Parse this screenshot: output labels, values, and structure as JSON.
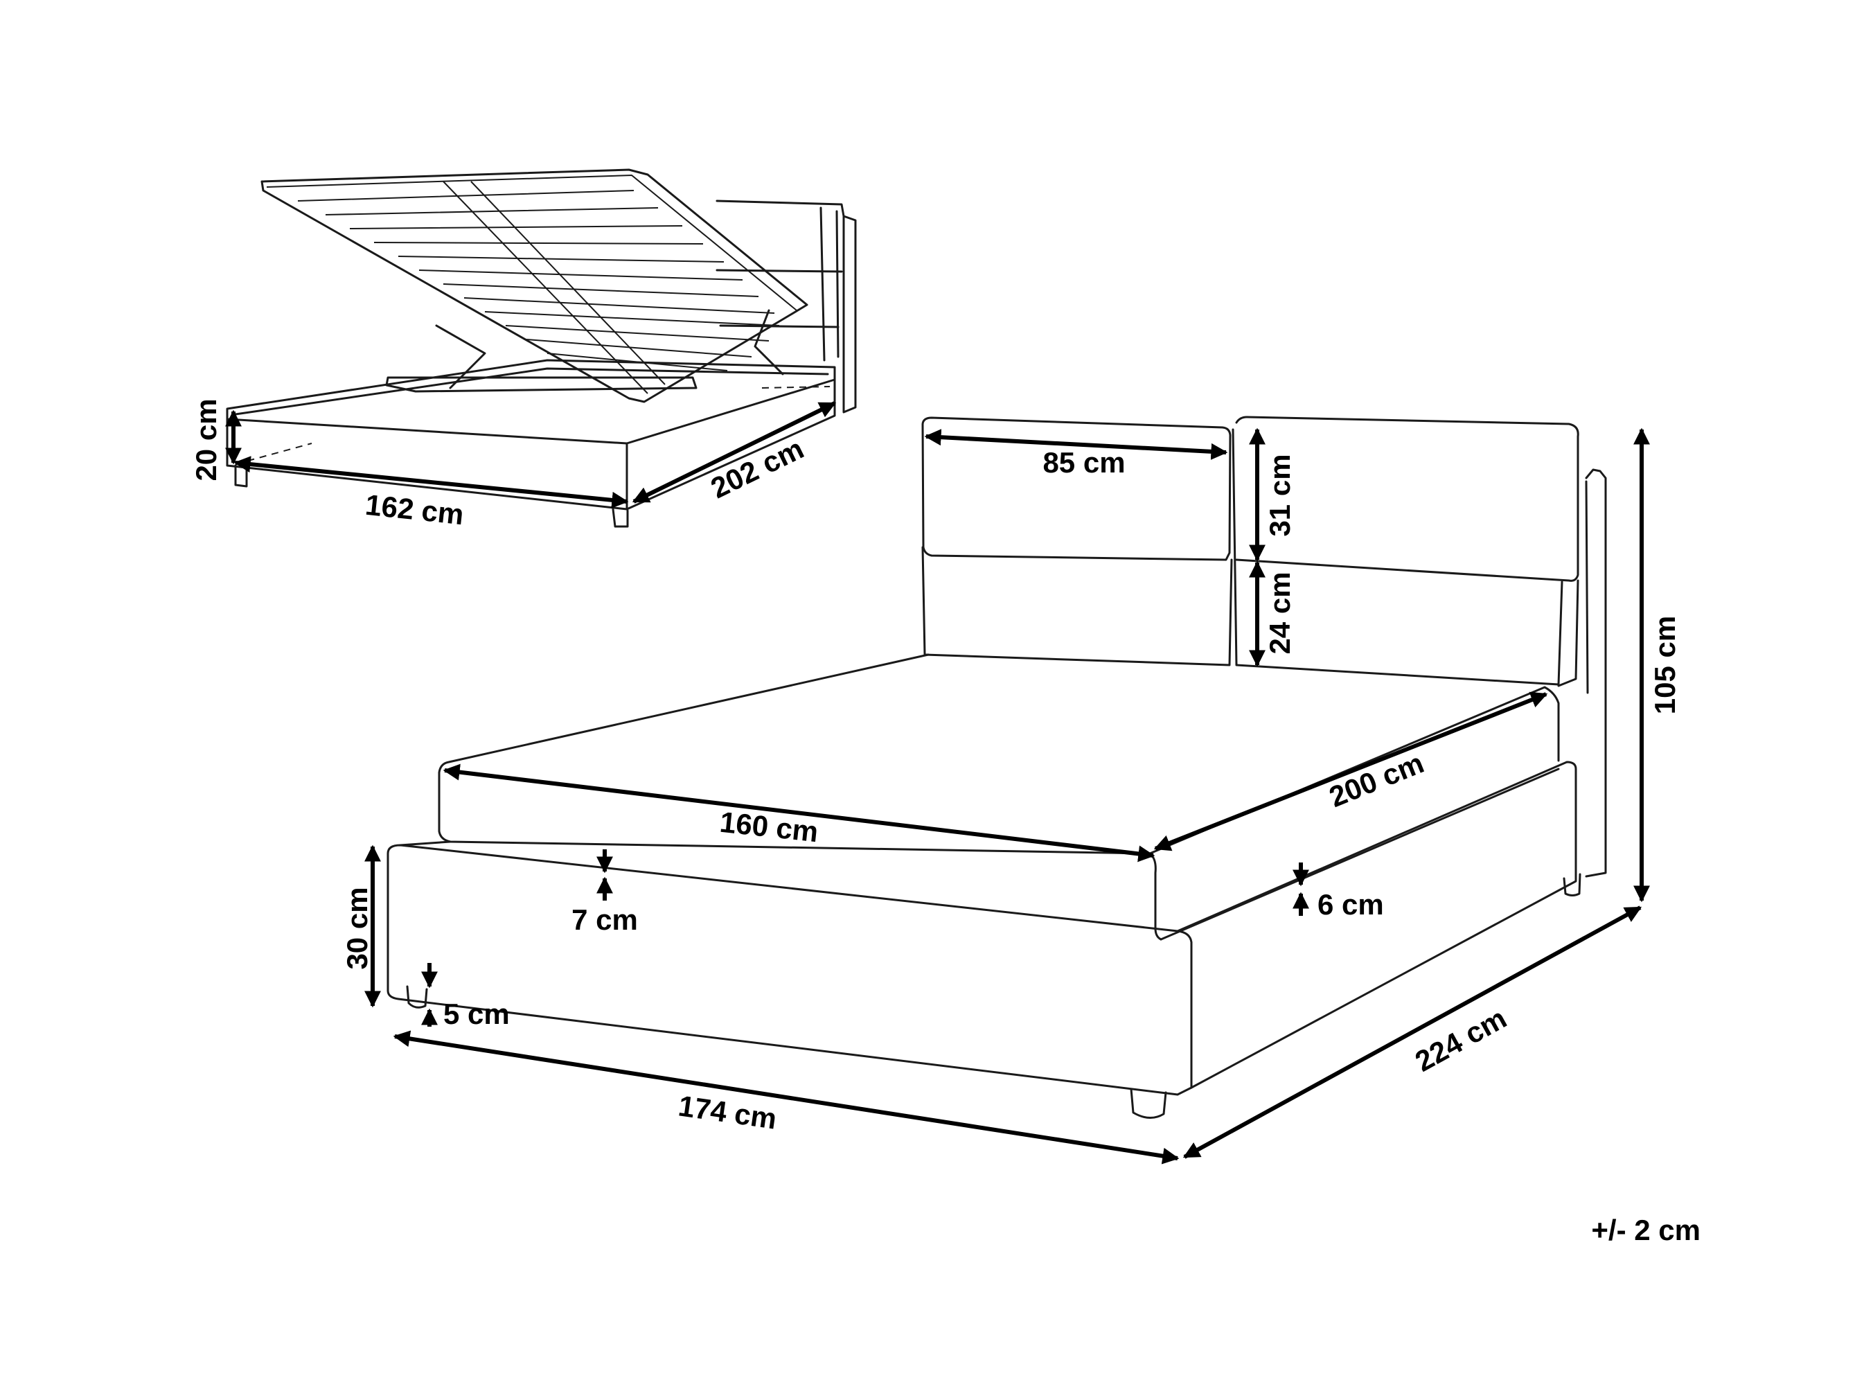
{
  "dimensions": {
    "open_frame_height": "20 cm",
    "open_frame_width": "162 cm",
    "open_frame_length": "202 cm",
    "headboard_panel_width": "85 cm",
    "headboard_upper_panel_height": "31 cm",
    "headboard_lower_panel_height": "24 cm",
    "total_height": "105 cm",
    "mattress_width": "160 cm",
    "mattress_length": "200 cm",
    "front_recess_depth": "7 cm",
    "side_recess_depth": "6 cm",
    "frame_height": "30 cm",
    "leg_height": "5 cm",
    "overall_width": "174 cm",
    "overall_length": "224 cm"
  },
  "tolerance_note": "+/- 2 cm"
}
